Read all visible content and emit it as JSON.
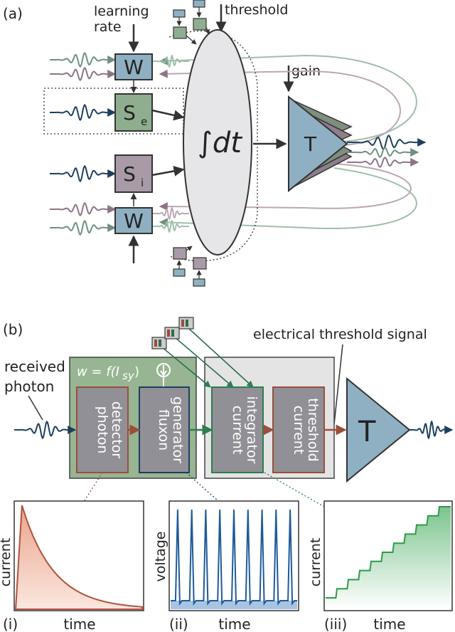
{
  "panel_a": {
    "label": "(a)",
    "learning_rate": [
      "learning",
      "rate"
    ],
    "threshold": "threshold",
    "gain": "gain",
    "w_top": "W",
    "w_bottom": "W",
    "se": "S",
    "se_sub": "e",
    "si": "S",
    "si_sub": "i",
    "integral": "∫dt",
    "threshold_block": "T"
  },
  "panel_b": {
    "label": "(b)",
    "electrical_threshold_signal": "electrical threshold signal",
    "received": "received",
    "photon": "photon",
    "weight_eq": "w = f(I",
    "weight_eq_sub": "sy",
    "weight_eq_end": ")",
    "blocks": [
      {
        "id": "photon-detector",
        "lines": [
          "photon",
          "detector"
        ]
      },
      {
        "id": "fluxon-generator",
        "lines": [
          "fluxon",
          "generator"
        ]
      },
      {
        "id": "current-integrator",
        "lines": [
          "current",
          "integrator"
        ]
      },
      {
        "id": "current-threshold",
        "lines": [
          "current",
          "threshold"
        ]
      }
    ],
    "threshold_block": "T"
  },
  "plots": [
    {
      "label": "(i)",
      "ylabel": "current",
      "xlabel": "time",
      "color": "#b0523c"
    },
    {
      "label": "(ii)",
      "ylabel": "voltage",
      "xlabel": "time",
      "color": "#1f5a9a"
    },
    {
      "label": "(iii)",
      "ylabel": "current",
      "xlabel": "time",
      "color": "#2e9a4a"
    }
  ],
  "colors": {
    "blue_block": "#8fb0c2",
    "green_block": "#8fae8f",
    "mauve_block": "#a89aa6",
    "ellipse": "#e6e6e8",
    "navy_wave": "#1e3f5e",
    "green_region": "#97b592",
    "gray_region": "#e4e4e4",
    "inner_block": "#909096"
  }
}
